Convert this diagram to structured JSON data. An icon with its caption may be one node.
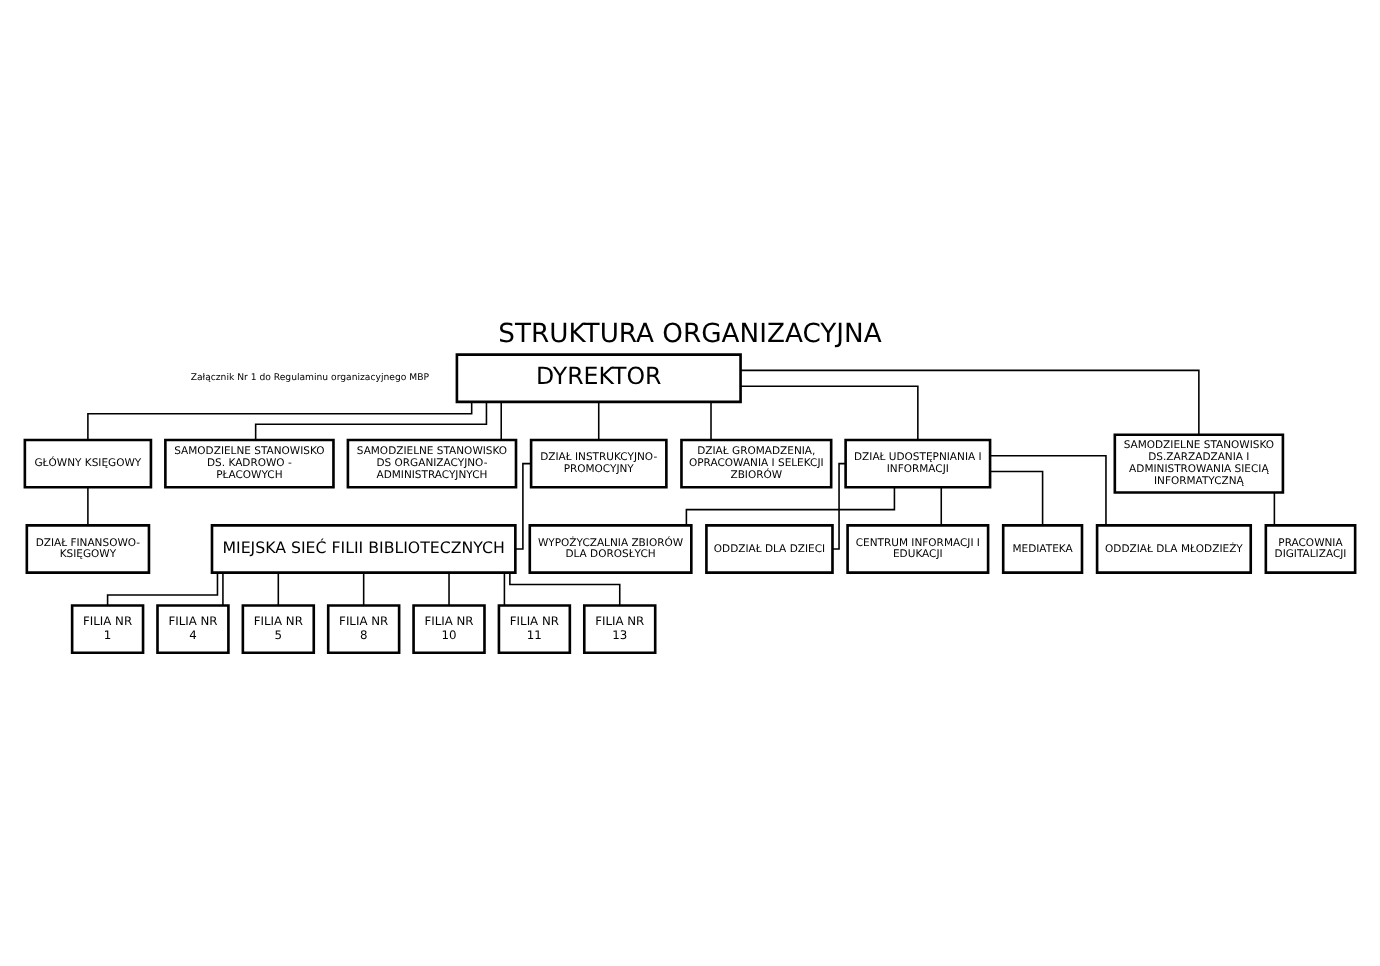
{
  "diagram": {
    "title": "STRUKTURA ORGANIZACYJNA",
    "nodes": [
      {
        "text": [
          "DYREKTOR"
        ]
      },
      {
        "text": [
          "GŁÓWNY KSIĘGOWY"
        ]
      },
      {
        "text": [
          "SAMODZIELNE STANOWISKO DS. KADROWO - PŁACOWYCH"
        ]
      },
      {
        "text": [
          "SAMODZIELNE STANOWISKO DS ORGANIZACYJNO-ADMINISTRACYJNYCH"
        ]
      },
      {
        "text": [
          "DZIAŁ INSTRUKCYJNO-PROMOCYJNY"
        ]
      },
      {
        "text": [
          "DZIAŁ GROMADZENIA, OPRACOWANIA I SELEKCJI ZBIORÓW"
        ]
      },
      {
        "text": [
          "DZIAŁ UDOSTĘPNIANIA I INFORMACJI"
        ]
      },
      {
        "text": [
          "SAMODZIELNE STANOWISKO DS.ZARZADZANIA I ADMINISTROWANIA SIECIĄ INFORMATYCZNĄ"
        ]
      },
      {
        "text": [
          "DZIAŁ FINANSOWO-KSIĘGOWY"
        ]
      },
      {
        "text": [
          "WYPOŻYCZALNIA ZBIORÓW DLA DOROSŁYCH"
        ]
      },
      {
        "text": [
          "ODDZIAŁ DLA DZIECI"
        ]
      },
      {
        "text": [
          "CENTRUM INFORMACJI I EDUKACJI"
        ]
      },
      {
        "text": [
          "MEDIATEKA"
        ]
      },
      {
        "text": [
          "ODDZIAŁ DLA MŁODZIEŻY"
        ]
      },
      {
        "text": [
          "PRACOWNIA DIGITALIZACJI"
        ]
      },
      {
        "text": [
          "MIEJSKA SIEĆ FILII BIBLIOTECZNYCH"
        ]
      },
      {
        "text": [
          "FILIA NR 1"
        ]
      },
      {
        "text": [
          "FILIA NR 4"
        ]
      },
      {
        "text": [
          "FILIA NR 5"
        ]
      },
      {
        "text": [
          "FILIA NR 8"
        ]
      },
      {
        "text": [
          "FILIA NR 10"
        ]
      },
      {
        "text": [
          "FILIA NR 11"
        ]
      },
      {
        "text": [
          "FILIA NR 13"
        ]
      }
    ],
    "edges": [
      {
        "from": 0,
        "to": 1,
        "arrow": "none"
      },
      {
        "from": 0,
        "to": 2,
        "arrow": "none"
      },
      {
        "from": 0,
        "to": 3,
        "arrow": "none"
      },
      {
        "from": 0,
        "to": 4,
        "arrow": "none"
      },
      {
        "from": 0,
        "to": 5,
        "arrow": "none"
      },
      {
        "from": 0,
        "to": 6,
        "arrow": "none"
      },
      {
        "from": 0,
        "to": 7,
        "arrow": "none"
      },
      {
        "from": 1,
        "to": 8,
        "arrow": "none"
      },
      {
        "from": 6,
        "to": 9,
        "arrow": "none"
      },
      {
        "from": 6,
        "to": 10,
        "arrow": "none"
      },
      {
        "from": 6,
        "to": 11,
        "arrow": "none"
      },
      {
        "from": 6,
        "to": 12,
        "arrow": "none"
      },
      {
        "from": 6,
        "to": 13,
        "arrow": "none"
      },
      {
        "from": 7,
        "to": 14,
        "arrow": "none"
      },
      {
        "from": 4,
        "to": 15,
        "arrow": "none"
      },
      {
        "from": 15,
        "to": 16,
        "arrow": "none"
      },
      {
        "from": 15,
        "to": 17,
        "arrow": "none"
      },
      {
        "from": 15,
        "to": 18,
        "arrow": "none"
      },
      {
        "from": 15,
        "to": 19,
        "arrow": "none"
      },
      {
        "from": 15,
        "to": 20,
        "arrow": "none"
      },
      {
        "from": 15,
        "to": 21,
        "arrow": "none"
      },
      {
        "from": 15,
        "to": 22,
        "arrow": "none"
      }
    ],
    "labels": [
      "Załącznik Nr 1 do Regulaminu organizacyjnego MBP"
    ]
  }
}
